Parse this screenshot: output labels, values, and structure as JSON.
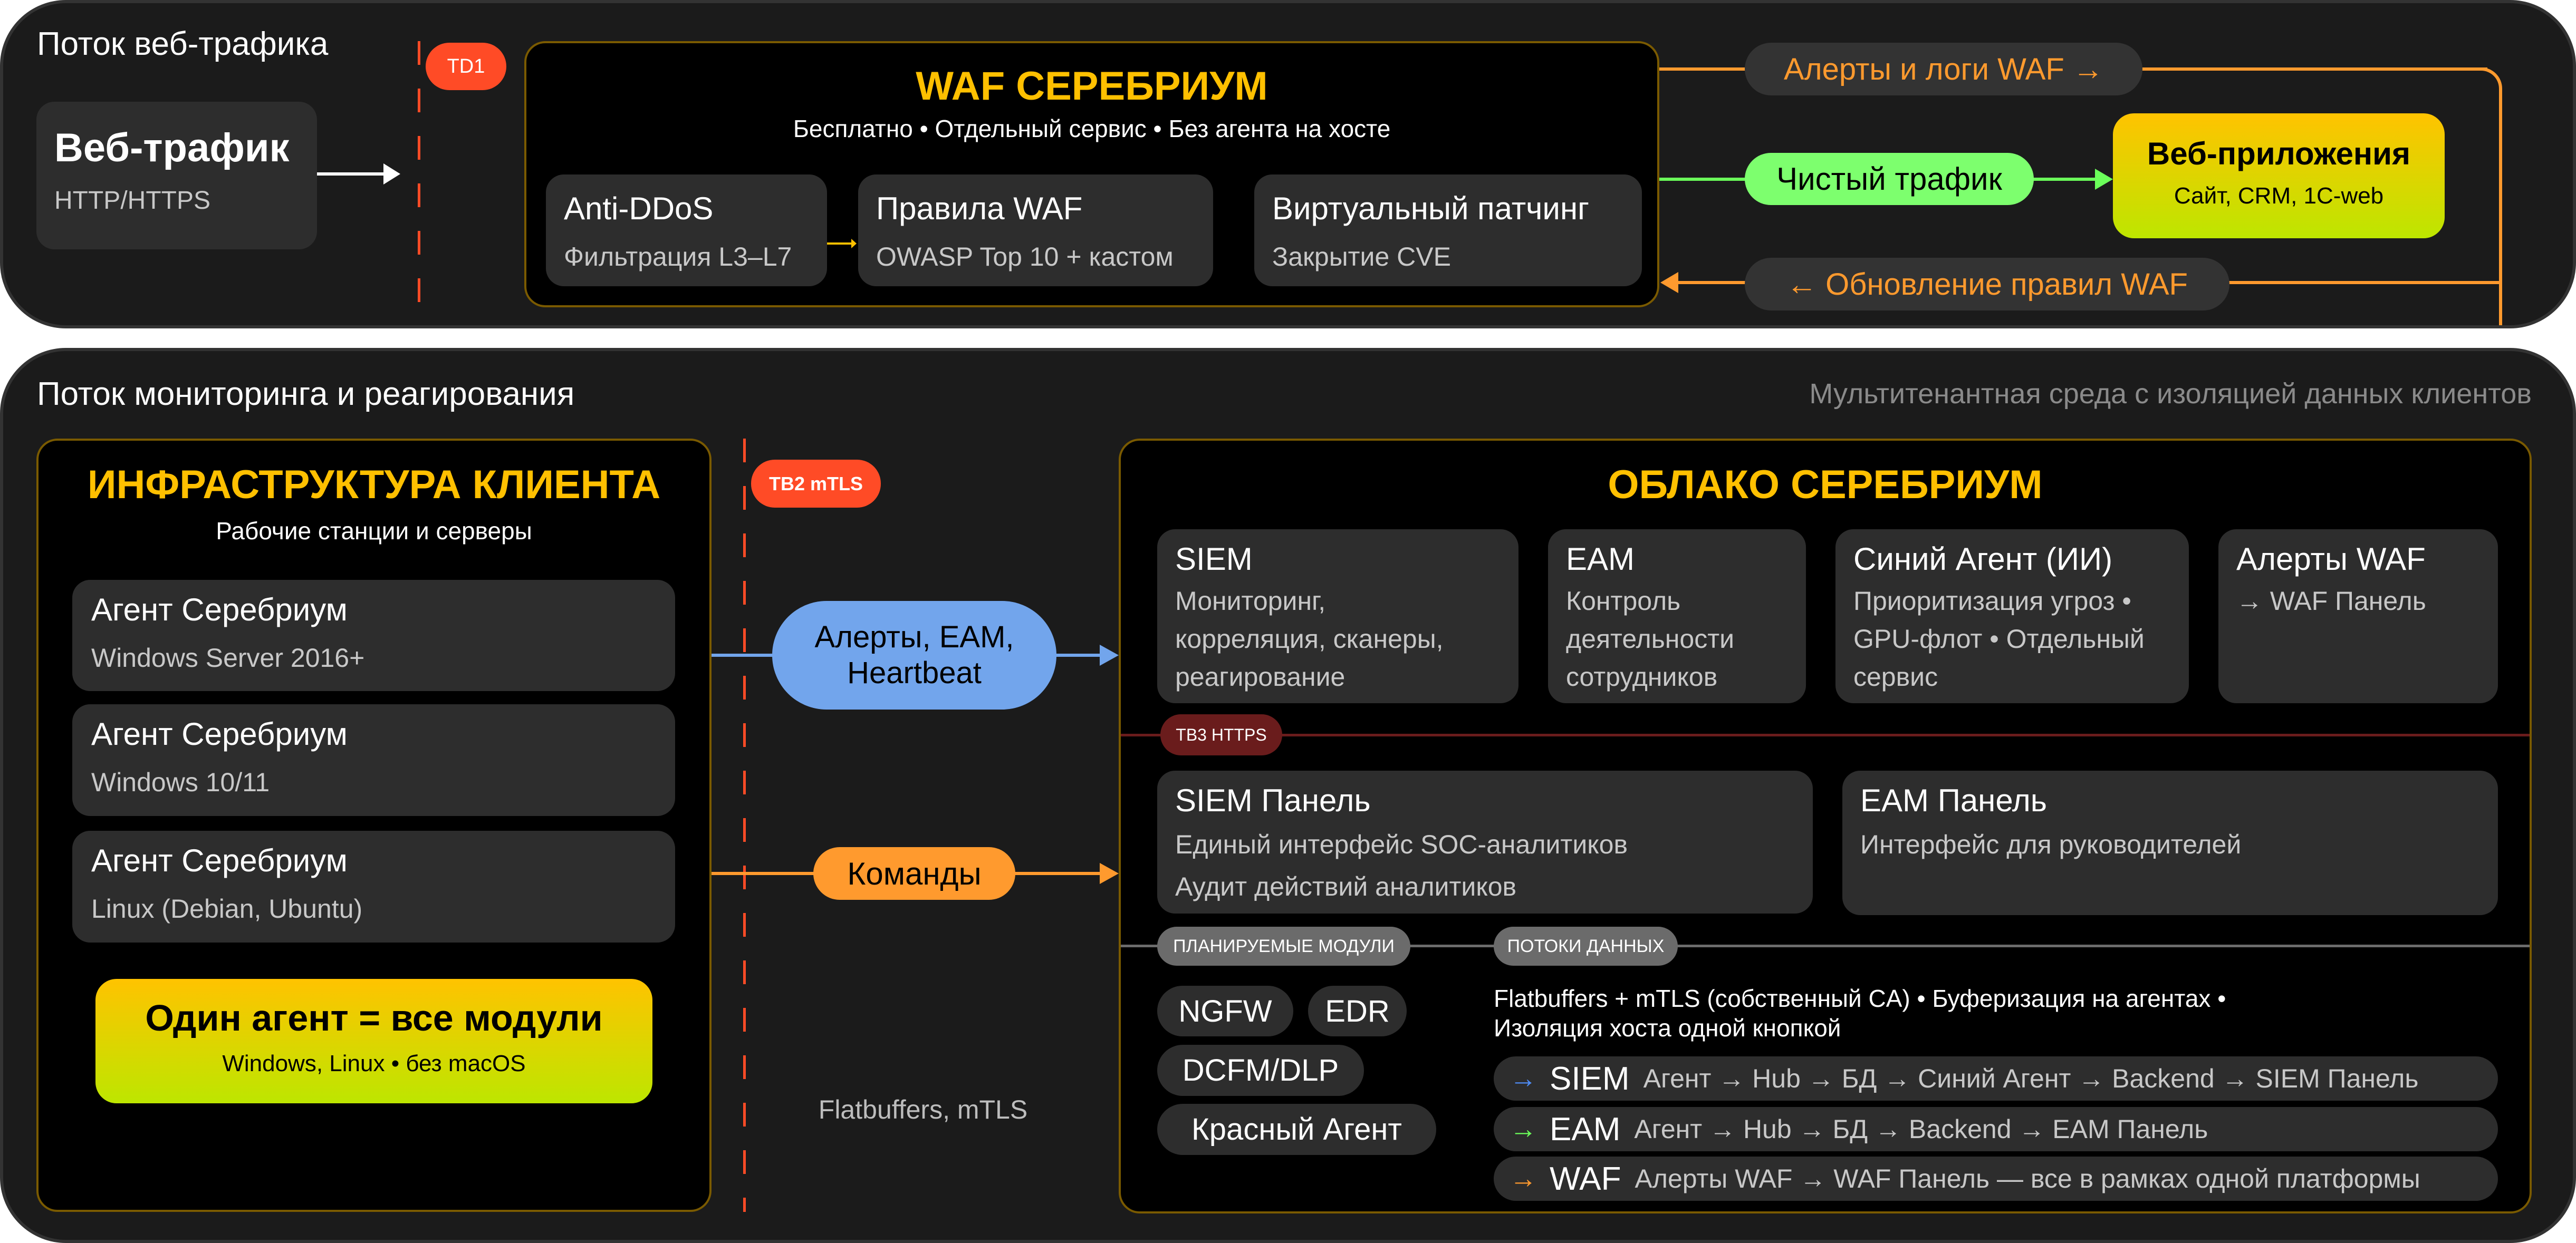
{
  "colors": {
    "accent_yellow": "#ffc000",
    "trust_boundary_red": "#ff4b26",
    "alert_orange": "#ff9a2e",
    "clean_green": "#7dff6e",
    "alerts_blue": "#72a5ec",
    "tb3_dark_red": "#6a1c1c",
    "separator_gray": "#6b6b6b"
  },
  "web_flow": {
    "title": "Поток веб-трафика",
    "source": {
      "title": "Веб-трафик",
      "subtitle": "HTTP/HTTPS"
    },
    "boundary_badge": "TD1",
    "waf": {
      "title": "WAF СЕРЕБРИУМ",
      "subtitle": "Бесплатно • Отдельный сервис • Без агента на хосте",
      "modules": [
        {
          "title": "Anti-DDoS",
          "subtitle": "Фильтрация L3–L7"
        },
        {
          "title": "Правила WAF",
          "subtitle": "OWASP Top 10 + кастом"
        },
        {
          "title": "Виртуальный патчинг",
          "subtitle": "Закрытие CVE"
        }
      ]
    },
    "edges": {
      "alerts_logs": "Алерты и логи WAF →",
      "clean_traffic": "Чистый трафик",
      "rule_updates": "← Обновление правил WAF"
    },
    "target": {
      "title": "Веб-приложения",
      "subtitle": "Сайт, CRM, 1С-web"
    }
  },
  "monitoring_flow": {
    "title": "Поток мониторинга и реагирования",
    "caption": "Мультитенантная среда с изоляцией данных клиентов",
    "client": {
      "title": "ИНФРАСТРУКТУРА КЛИЕНТА",
      "subtitle": "Рабочие станции и серверы",
      "agents": [
        {
          "title": "Агент Серебриум",
          "subtitle": "Windows Server 2016+"
        },
        {
          "title": "Агент Серебриум",
          "subtitle": "Windows 10/11"
        },
        {
          "title": "Агент Серебриум",
          "subtitle": "Linux (Debian, Ubuntu)"
        }
      ],
      "highlight": {
        "title": "Один агент = все модули",
        "subtitle": "Windows, Linux • без macOS"
      }
    },
    "boundary_badge": "TB2 mTLS",
    "edges": {
      "alerts": "Алерты, EAM, Heartbeat",
      "alerts_line1": "Алерты, EAM,",
      "alerts_line2": "Heartbeat",
      "commands": "Команды",
      "transport": "Flatbuffers, mTLS"
    },
    "cloud": {
      "title": "ОБЛАКО СЕРЕБРИУМ",
      "services": [
        {
          "title": "SIEM",
          "lines": [
            "Мониторинг,",
            "корреляция, сканеры,",
            "реагирование"
          ]
        },
        {
          "title": "EAM",
          "lines": [
            "Контроль",
            "деятельности",
            "сотрудников"
          ]
        },
        {
          "title": "Синий Агент (ИИ)",
          "lines": [
            "Приоритизация угроз •",
            "GPU-флот • Отдельный",
            "сервис"
          ]
        },
        {
          "title": "Алерты WAF",
          "lines": [
            "→ WAF Панель"
          ]
        }
      ],
      "tb3_badge": "TB3 HTTPS",
      "panels": [
        {
          "title": "SIEM Панель",
          "lines": [
            "Единый интерфейс SOC-аналитиков",
            "Аудит действий аналитиков"
          ]
        },
        {
          "title": "EAM Панель",
          "lines": [
            "Интерфейс для руководителей"
          ]
        }
      ],
      "planned_badge": "ПЛАНИРУЕМЫЕ МОДУЛИ",
      "flows_badge": "ПОТОКИ ДАННЫХ",
      "planned_modules": [
        "NGFW",
        "EDR",
        "DCFM/DLP",
        "Красный Агент"
      ],
      "flows_note_line1": "Flatbuffers + mTLS (собственный CA) • Буферизация на агентах •",
      "flows_note_line2": "Изоляция хоста одной кнопкой",
      "flows": [
        {
          "arrow": "→",
          "name": "SIEM",
          "path": "Агент → Hub → БД → Синий Агент → Backend → SIEM Панель",
          "color": "#4f8cf5"
        },
        {
          "arrow": "→",
          "name": "EAM",
          "path": "Агент → Hub → БД → Backend → EAM Панель",
          "color": "#6bff5a"
        },
        {
          "arrow": "→",
          "name": "WAF",
          "path": "Алерты WAF → WAF Панель — все в рамках одной платформы",
          "color": "#ff9a2e"
        }
      ]
    }
  }
}
